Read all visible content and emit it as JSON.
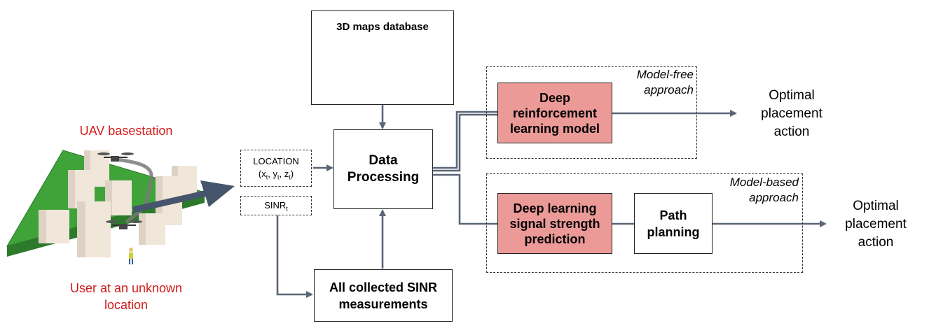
{
  "maps_db": {
    "title": "3D maps database"
  },
  "data_processing": {
    "line1": "Data",
    "line2": "Processing"
  },
  "sinr_collection": {
    "line1": "All collected SINR",
    "line2": "measurements"
  },
  "inputs": {
    "location_label": "LOCATION",
    "location_vars": [
      {
        "name": "x",
        "sub": "t"
      },
      {
        "name": "y",
        "sub": "t"
      },
      {
        "name": "z",
        "sub": "t"
      }
    ],
    "sinr_label": "SINR",
    "sinr_sub": "t"
  },
  "scene": {
    "uav_label": "UAV basestation",
    "user_label_line1": "User at an unknown",
    "user_label_line2": "location"
  },
  "model_free": {
    "approach_line1": "Model-free",
    "approach_line2": "approach",
    "model_line1": "Deep",
    "model_line2": "reinforcement",
    "model_line3": "learning model",
    "output_line1": "Optimal",
    "output_line2": "placement",
    "output_line3": "action"
  },
  "model_based": {
    "approach_line1": "Model-based",
    "approach_line2": "approach",
    "model_line1": "Deep learning",
    "model_line2": "signal strength",
    "model_line3": "prediction",
    "planner_line1": "Path",
    "planner_line2": "planning",
    "output_line1": "Optimal",
    "output_line2": "placement",
    "output_line3": "action"
  },
  "colors": {
    "arrow": "#5a6577",
    "model_fill": "#eb9a98",
    "scene_label": "#d11c1c",
    "ground": "#3fa33a"
  }
}
